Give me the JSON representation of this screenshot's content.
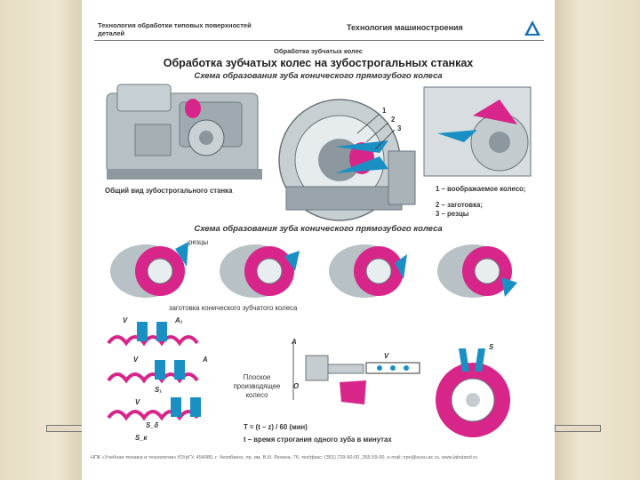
{
  "header": {
    "section_left": "Технология обработки типовых поверхностей деталей",
    "section_right": "Технология машиностроения",
    "subheading": "Обработка зубчатых колес",
    "main_title": "Обработка зубчатых колес на зубострогальных станках",
    "scheme_title": "Схема образования зуба конического прямозубого колеса"
  },
  "labels": {
    "machine_caption": "Общий вид зубострогального станка",
    "part_1": "1 – воображаемое колесо;",
    "part_2": "2 – заготовка;",
    "part_3": "3 – резцы",
    "cutters": "резцы",
    "blank": "заготовка конического зубчатого колеса",
    "flat_wheel": "Плоское производящее колесо",
    "formula": "T = (t – z) / 60 (мин)",
    "t_note": "t – время строгания одного зуба в минутах",
    "callout_numbers": [
      "1",
      "2",
      "3"
    ],
    "sym_V": "V",
    "sym_A": "A",
    "sym_O": "O",
    "sym_S": "S",
    "sym_A1": "A₁",
    "sym_S1": "S₁",
    "sym_Sd": "S_δ",
    "sym_Sk": "S_к"
  },
  "footer": "НПК «Учебная техника и технологии» ЮУрГУ, 454080, г. Челябинск, пр. им. В.И. Ленина, 76, тел/факс: (351) 729-90-00, 265-59-00, e-mail: npo@susu.ac.ru, www.labstand.ru",
  "colors": {
    "magenta": "#d8258a",
    "teal": "#1a8fc4",
    "steel": "#aab3b8",
    "page_bg": "#ece3cc"
  }
}
